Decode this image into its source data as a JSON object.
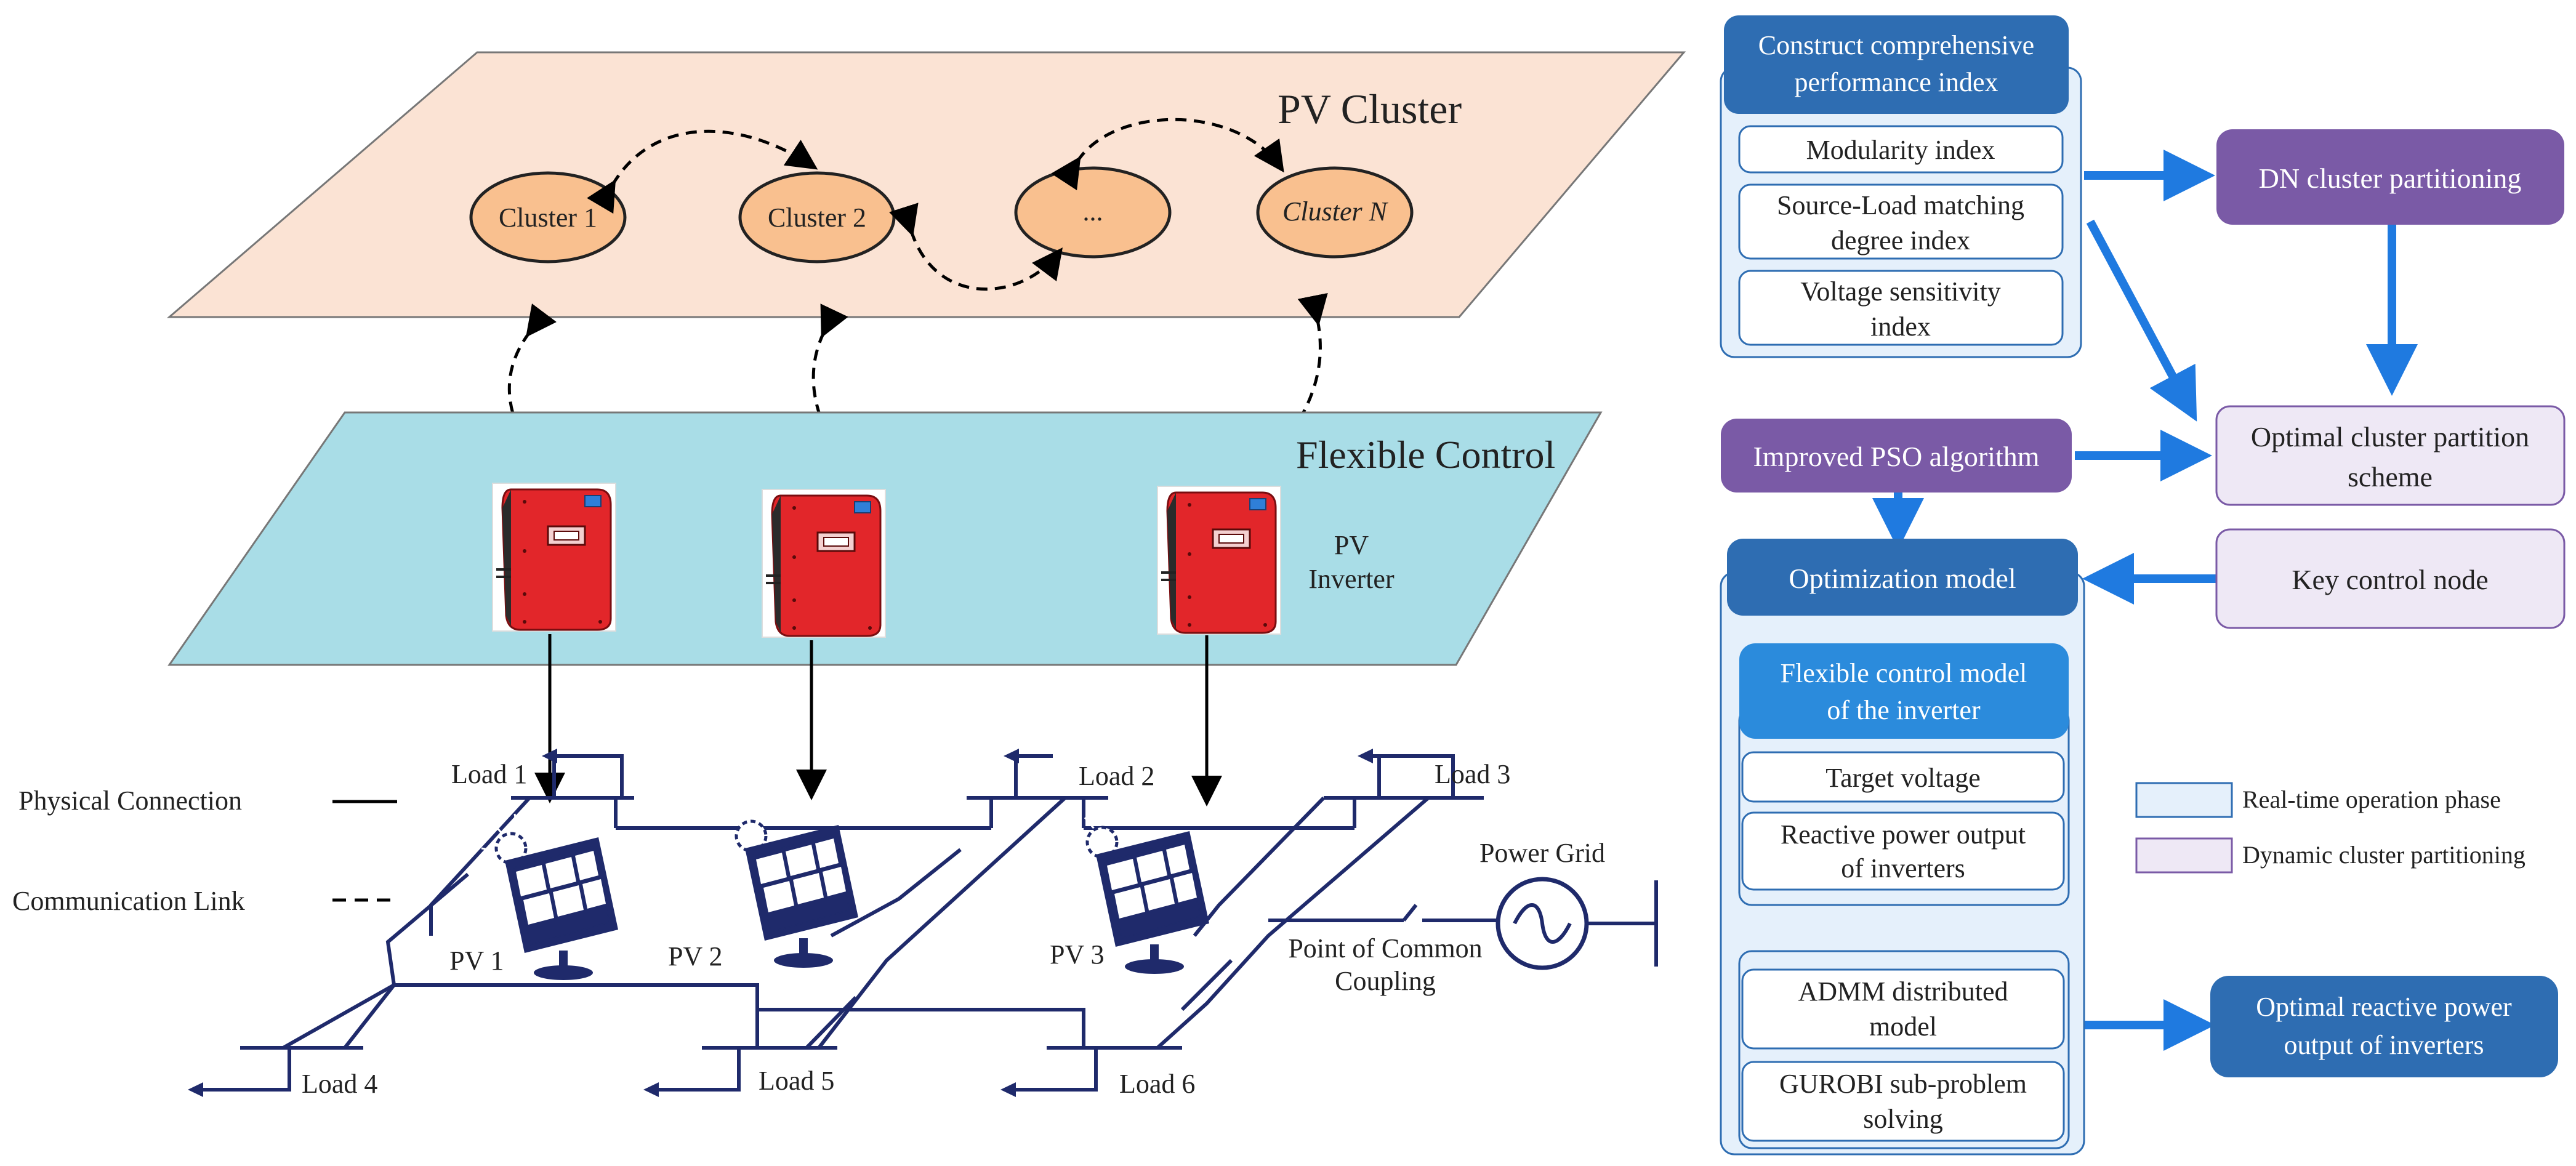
{
  "left_panel": {
    "pv_cluster_title": "PV Cluster",
    "clusters": [
      "Cluster 1",
      "Cluster 2",
      "...",
      "Cluster N"
    ],
    "flexible_control_title": "Flexible Control",
    "inverter_label_line1": "PV",
    "inverter_label_line2": "Inverter",
    "legend_physical": "Physical Connection",
    "legend_comm": "Communication Link",
    "loads": [
      "Load 1",
      "Load 2",
      "Load 3",
      "Load 4",
      "Load 5",
      "Load 6"
    ],
    "pvs": [
      "PV 1",
      "PV 2",
      "PV 3"
    ],
    "power_grid": "Power Grid",
    "pcc_line1": "Point of Common",
    "pcc_line2": "Coupling"
  },
  "right_panel": {
    "index_header_line1": "Construct comprehensive",
    "index_header_line2": "performance index",
    "modularity": "Modularity index",
    "source_load_line1": "Source-Load matching",
    "source_load_line2": "degree index",
    "voltage_sens_line1": "Voltage sensitivity",
    "voltage_sens_line2": "index",
    "dn_partition": "DN cluster partitioning",
    "optimal_scheme_line1": "Optimal cluster partition",
    "optimal_scheme_line2": "scheme",
    "improved_pso": "Improved PSO algorithm",
    "optimization_model": "Optimization model",
    "key_node": "Key control node",
    "flex_model_line1": "Flexible control model",
    "flex_model_line2": "of the inverter",
    "target_voltage": "Target voltage",
    "reactive_line1": "Reactive power output",
    "reactive_line2": "of inverters",
    "admm_line1": "ADMM distributed",
    "admm_line2": "model",
    "gurobi_line1": "GUROBI sub-problem",
    "gurobi_line2": "solving",
    "optimal_reactive_line1": "Optimal reactive power",
    "optimal_reactive_line2": "output of inverters",
    "legend_realtime": "Real-time operation phase",
    "legend_dynamic": "Dynamic cluster partitioning"
  },
  "colors": {
    "cluster_plane": "#fbe3d4",
    "cluster_node": "#f9c08f",
    "control_plane": "#a9dde7",
    "navy": "#1f2a6b",
    "inverter_red": "#e2262a",
    "header_blue": "#2e6db2",
    "header_purple": "#7a5aa6",
    "light_blue_panel": "#e5f0fb",
    "light_purple_panel": "#eee8f5",
    "arrow_blue": "#1f7ae0",
    "bright_blue": "#2b8bdc"
  }
}
